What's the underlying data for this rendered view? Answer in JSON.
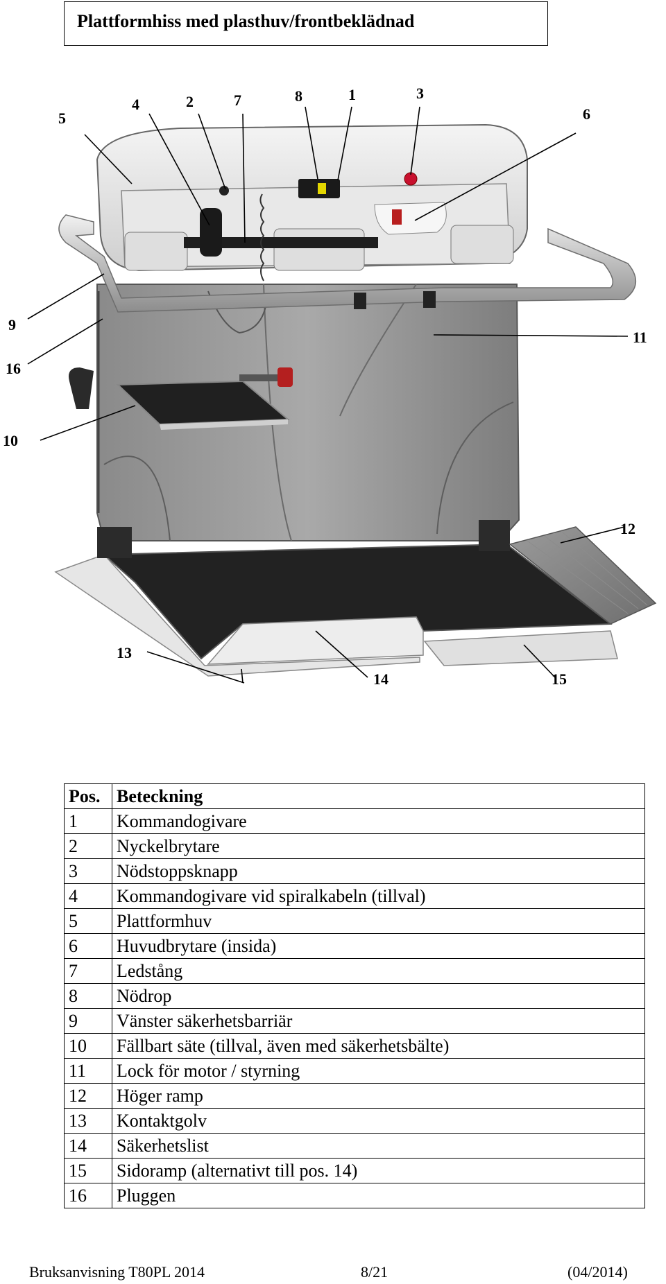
{
  "title": "Plattformhiss med plasthuv/frontbeklädnad",
  "figure": {
    "callouts": [
      "5",
      "4",
      "2",
      "7",
      "8",
      "1",
      "3",
      "6",
      "9",
      "16",
      "11",
      "10",
      "12",
      "13",
      "14",
      "15"
    ]
  },
  "legend": {
    "headers": [
      "Pos.",
      "Beteckning"
    ],
    "rows": [
      {
        "pos": "1",
        "label": "Kommandogivare"
      },
      {
        "pos": "2",
        "label": "Nyckelbrytare"
      },
      {
        "pos": "3",
        "label": "Nödstoppsknapp"
      },
      {
        "pos": "4",
        "label": "Kommandogivare vid spiralkabeln (tillval)"
      },
      {
        "pos": "5",
        "label": "Plattformhuv"
      },
      {
        "pos": "6",
        "label": "Huvudbrytare (insida)"
      },
      {
        "pos": "7",
        "label": "Ledstång"
      },
      {
        "pos": "8",
        "label": "Nödrop"
      },
      {
        "pos": "9",
        "label": "Vänster säkerhetsbarriär"
      },
      {
        "pos": "10",
        "label": "Fällbart säte (tillval, även med säkerhetsbälte)"
      },
      {
        "pos": "11",
        "label": "Lock för motor / styrning"
      },
      {
        "pos": "12",
        "label": "Höger ramp"
      },
      {
        "pos": "13",
        "label": "Kontaktgolv"
      },
      {
        "pos": "14",
        "label": "Säkerhetslist"
      },
      {
        "pos": "15",
        "label": "Sidoramp (alternativt till pos. 14)"
      },
      {
        "pos": "16",
        "label": "Pluggen"
      }
    ]
  },
  "footer": {
    "left": "Bruksanvisning  T80PL 2014",
    "center": "8/21",
    "right": "(04/2014)"
  }
}
